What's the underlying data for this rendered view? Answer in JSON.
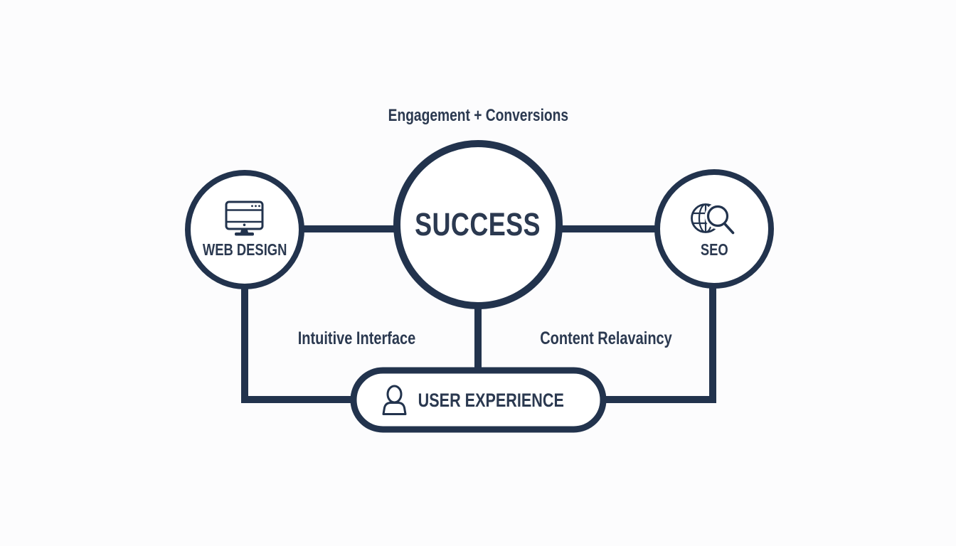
{
  "palette": {
    "background": "#fcfcfd",
    "surface": "#ffffff",
    "navy": "#22334d",
    "text": "#2b3950"
  },
  "title": "Engagement + Conversions",
  "nodes": {
    "success": {
      "label": "SUCCESS",
      "shape": "circle"
    },
    "web_design": {
      "label": "WEB DESIGN",
      "shape": "circle",
      "icon": "monitor-icon"
    },
    "seo": {
      "label": "SEO",
      "shape": "circle",
      "icon": "globe-magnifier-icon"
    },
    "user_experience": {
      "label": "USER EXPERIENCE",
      "shape": "pill",
      "icon": "person-icon"
    }
  },
  "edges": {
    "web_design_to_success": "",
    "success_to_seo": "",
    "success_to_user_experience": "",
    "web_design_to_user_experience_label": "Intuitive Interface",
    "seo_to_user_experience_label": "Content Relavaincy"
  }
}
